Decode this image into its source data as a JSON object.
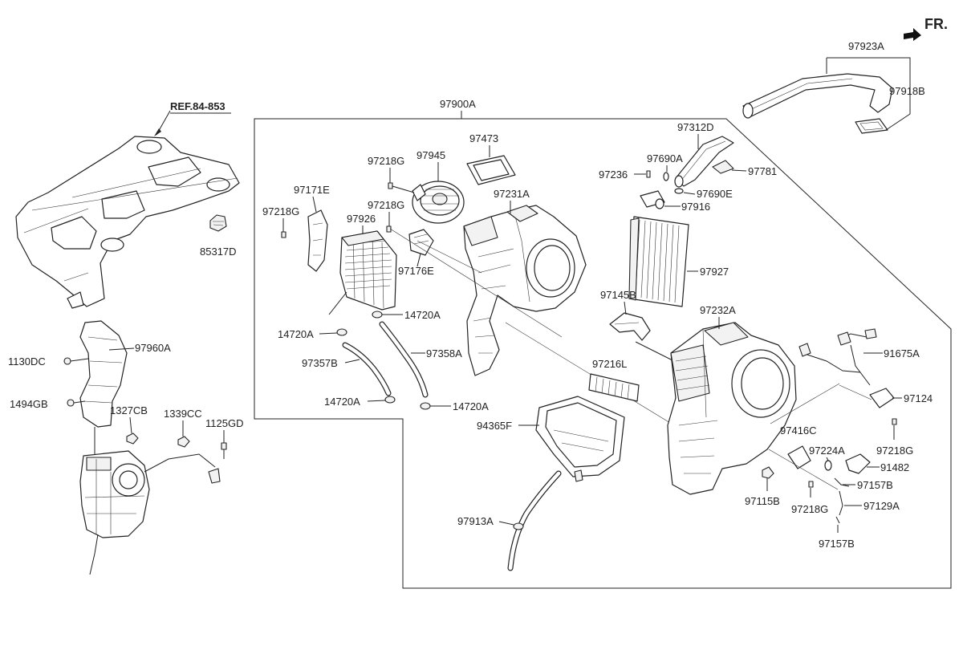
{
  "header": {
    "fr_label": "FR.",
    "ref_label": "REF.84-853"
  },
  "labels": {
    "p97900A": "97900A",
    "p97923A": "97923A",
    "p97918B": "97918B",
    "p97312D": "97312D",
    "p97690A": "97690A",
    "p97236": "97236",
    "p97781": "97781",
    "p97690E": "97690E",
    "p97916": "97916",
    "p97927": "97927",
    "p97473": "97473",
    "p97218G_a": "97218G",
    "p97945": "97945",
    "p97231A": "97231A",
    "p97218G_b": "97218G",
    "p97171E": "97171E",
    "p97218G_c": "97218G",
    "p97926": "97926",
    "p97176E": "97176E",
    "p14720A_a": "14720A",
    "p14720A_b": "14720A",
    "p97357B": "97357B",
    "p97358A": "97358A",
    "p14720A_c": "14720A",
    "p14720A_d": "14720A",
    "p97145B": "97145B",
    "p97232A": "97232A",
    "p91675A": "91675A",
    "p97216L": "97216L",
    "p97124": "97124",
    "p94365F": "94365F",
    "p97416C": "97416C",
    "p97218G_d": "97218G",
    "p97224A": "97224A",
    "p91482": "91482",
    "p97157B_a": "97157B",
    "p97115B": "97115B",
    "p97218G_e": "97218G",
    "p97129A": "97129A",
    "p97157B_b": "97157B",
    "p97913A": "97913A",
    "p85317D": "85317D",
    "p97960A": "97960A",
    "p1130DC": "1130DC",
    "p1494GB": "1494GB",
    "p1327CB": "1327CB",
    "p1339CC": "1339CC",
    "p1125GD": "1125GD"
  }
}
